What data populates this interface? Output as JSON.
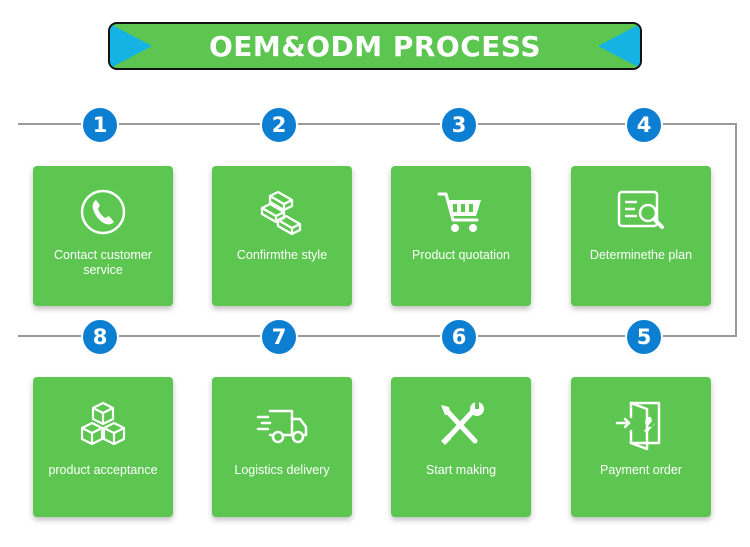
{
  "banner": {
    "title": "OEM&ODM PROCESS"
  },
  "colors": {
    "banner": "#5cc651",
    "arrow": "#15b3e3",
    "card": "#5cc651",
    "badge": "#0d7fd3",
    "line": "#9a9a9a"
  },
  "steps": [
    {
      "number": "1",
      "label": "Contact customer service",
      "icon": "phone-icon"
    },
    {
      "number": "2",
      "label": "Confirmthe style",
      "icon": "gold-bars-icon"
    },
    {
      "number": "3",
      "label": "Product quotation",
      "icon": "shopping-cart-icon"
    },
    {
      "number": "4",
      "label": "Determinethe plan",
      "icon": "document-search-icon"
    },
    {
      "number": "5",
      "label": "Payment order",
      "icon": "door-wrench-icon"
    },
    {
      "number": "6",
      "label": "Start making",
      "icon": "tools-icon"
    },
    {
      "number": "7",
      "label": "Logistics delivery",
      "icon": "delivery-truck-icon"
    },
    {
      "number": "8",
      "label": "product acceptance",
      "icon": "boxes-icon"
    }
  ]
}
